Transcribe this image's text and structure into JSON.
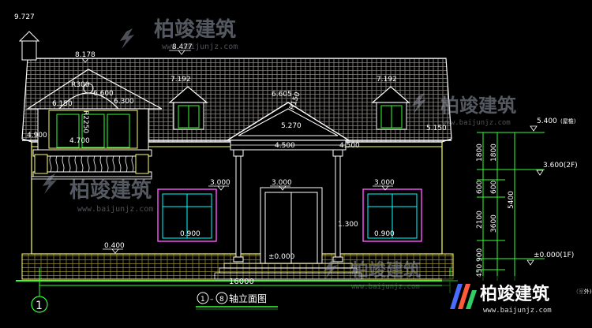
{
  "drawing": {
    "title": "轴立面图",
    "axis_from": "1",
    "axis_to": "8",
    "axis_marker": "1",
    "total_width": "16000"
  },
  "elevation_labels": {
    "ridge_top": "9.727",
    "eave_gable": "8.178",
    "ridge_main": "8.477",
    "dormer_left": "7.192",
    "dormer_right": "7.192",
    "arch_r": "R300",
    "arch_top": "6.600",
    "arch_left": "6.150",
    "arch_right": "6.300",
    "arch_r2": "R2250",
    "pediment_top": "6.605",
    "pediment_r": "R150",
    "pediment_mid": "5.270",
    "eave_right": "5.150",
    "balcony": "4.900",
    "balcony_rail": "4.700",
    "porch_left": "4.500",
    "porch_right": "4.500",
    "win_left": "3.000",
    "door": "3.000",
    "win_right": "3.000",
    "sill_left": "0.900",
    "sill_right": "0.900",
    "column_base": "1.300",
    "plinth": "0.400",
    "floor": "±0.000"
  },
  "level_tags": {
    "roof": "5.400",
    "roof_note": "(屋檐)",
    "second_floor": "3.600(2F)",
    "first_floor": "±0.000(1F)",
    "ground_note": "(室外)"
  },
  "dimensions": {
    "d1": "1800",
    "d2": "1800",
    "d3": "600",
    "d4": "5400",
    "d5": "600",
    "d6": "2100",
    "d7": "3600",
    "d8": "900",
    "d9": "450"
  },
  "watermarks": {
    "brand": "柏竣建筑",
    "url": "www.baijunjz.com"
  },
  "colors": {
    "line": "#ffffff",
    "roof": "#d9d0c4",
    "wall": "#ffff66",
    "green": "#33ff33",
    "cyan": "#00ffff",
    "window": "#ff55ff"
  }
}
